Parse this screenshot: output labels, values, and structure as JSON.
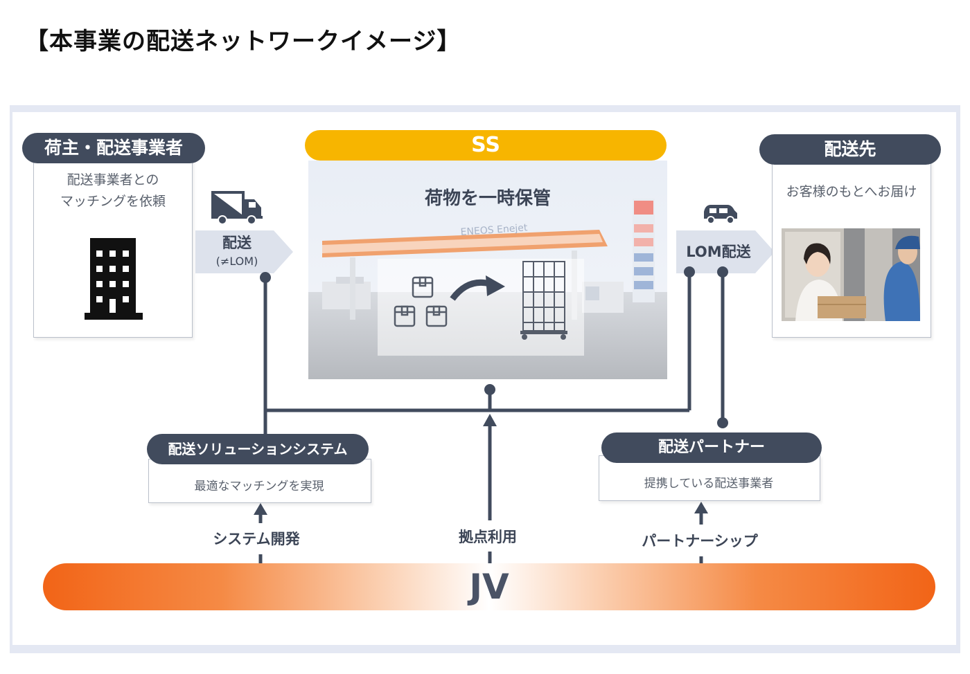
{
  "title": "【本事業の配送ネットワークイメージ】",
  "shipper": {
    "pill_label": "荷主・配送事業者",
    "description_line1": "配送事業者との",
    "description_line2": "マッチングを依頼",
    "icon": "building-icon"
  },
  "ss": {
    "pill_label": "SS",
    "caption": "荷物を一時保管",
    "photo": "gas-station-photo",
    "sign_text": "ENEOS Enejet",
    "pill_color": "#f7b500"
  },
  "destination": {
    "pill_label": "配送先",
    "description": "お客様のもとへお届け",
    "photo": "doorstep-delivery-photo"
  },
  "flows": {
    "delivery_label": "配送",
    "delivery_sublabel": "(≠LOM)",
    "lom_label": "LOM配送",
    "truck_icon": "truck-icon",
    "van_icon": "van-icon"
  },
  "solution_system": {
    "pill_label": "配送ソリューションシステム",
    "description": "最適なマッチングを実現"
  },
  "partner": {
    "pill_label": "配送パートナー",
    "description": "提携している配送事業者"
  },
  "jv_actions": {
    "system": "システム開発",
    "base": "拠点利用",
    "partnership": "パートナーシップ"
  },
  "jv": {
    "label": "JV",
    "accent_color": "#f26417"
  },
  "colors": {
    "pill": "#414b5d",
    "connector": "#414b5d",
    "frame": "#e4e8f3"
  }
}
